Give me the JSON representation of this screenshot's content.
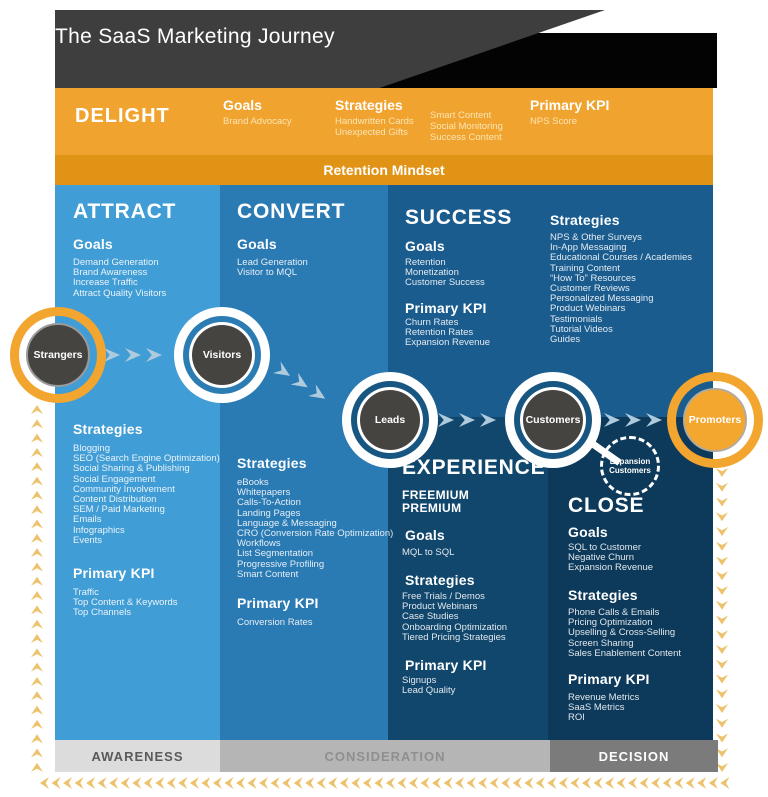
{
  "header": {
    "title": "The SaaS Marketing Journey"
  },
  "delight": {
    "label": "DELIGHT",
    "goals_heading": "Goals",
    "goals": [
      "Brand Advocacy"
    ],
    "strategies_heading": "Strategies",
    "strategies_col1": [
      "Handwritten Cards",
      "Unexpected Gifts"
    ],
    "strategies_col2": [
      "Smart Content",
      "Social Monitoring",
      "Success Content"
    ],
    "kpi_heading": "Primary KPI",
    "kpis": [
      "NPS Score"
    ]
  },
  "retention_banner": "Retention Mindset",
  "attract": {
    "title": "ATTRACT",
    "goals_heading": "Goals",
    "goals": [
      "Demand Generation",
      "Brand Awareness",
      "Increase Traffic",
      "Attract Quality Visitors"
    ],
    "strategies_heading": "Strategies",
    "strategies": [
      "Blogging",
      "SEO (Search Engine Optimization)",
      "Social Sharing & Publishing",
      "Social Engagement",
      "Community Involvement",
      "Content Distribution",
      "SEM / Paid Marketing",
      "Emails",
      "Infographics",
      "Events"
    ],
    "kpi_heading": "Primary KPI",
    "kpis": [
      "Traffic",
      "Top Content & Keywords",
      "Top Channels"
    ]
  },
  "convert": {
    "title": "CONVERT",
    "goals_heading": "Goals",
    "goals": [
      "Lead Generation",
      "Visitor to MQL"
    ],
    "strategies_heading": "Strategies",
    "strategies": [
      "eBooks",
      "Whitepapers",
      "Calls-To-Action",
      "Landing Pages",
      "Language & Messaging",
      "CRO (Conversion Rate Optimization)",
      "Workflows",
      "List Segmentation",
      "Progressive Profiling",
      "Smart Content"
    ],
    "kpi_heading": "Primary KPI",
    "kpis": [
      "Conversion Rates"
    ]
  },
  "success": {
    "title": "SUCCESS",
    "goals_heading": "Goals",
    "goals": [
      "Retention",
      "Monetization",
      "Customer Success"
    ],
    "kpi_heading": "Primary KPI",
    "kpis": [
      "Churn Rates",
      "Retention Rates",
      "Expansion Revenue"
    ],
    "strategies_heading": "Strategies",
    "strategies": [
      "NPS & Other Surveys",
      "In-App Messaging",
      "Educational Courses / Academies",
      "Training Content",
      "“How To” Resources",
      "Customer Reviews",
      "Personalized Messaging",
      "Product Webinars",
      "Testimonials",
      "Tutorial Videos",
      "Guides"
    ]
  },
  "experience": {
    "title": "EXPERIENCE",
    "subtitle1": "FREEMIUM",
    "subtitle2": "PREMIUM",
    "goals_heading": "Goals",
    "goals": [
      "MQL to SQL"
    ],
    "strategies_heading": "Strategies",
    "strategies": [
      "Free Trials / Demos",
      "Product Webinars",
      "Case Studies",
      "Onboarding Optimization",
      "Tiered Pricing Strategies"
    ],
    "kpi_heading": "Primary KPI",
    "kpis": [
      "Signups",
      "Lead Quality"
    ]
  },
  "close": {
    "title": "CLOSE",
    "goals_heading": "Goals",
    "goals": [
      "SQL to Customer",
      "Negative Churn",
      "Expansion Revenue"
    ],
    "strategies_heading": "Strategies",
    "strategies": [
      "Phone Calls & Emails",
      "Pricing Optimization",
      "Upselling & Cross-Selling",
      "Screen Sharing",
      "Sales Enablement Content"
    ],
    "kpi_heading": "Primary KPI",
    "kpis": [
      "Revenue Metrics",
      "SaaS Metrics",
      "ROI"
    ]
  },
  "journey": {
    "stages": [
      "Strangers",
      "Visitors",
      "Leads",
      "Customers",
      "Promoters"
    ],
    "expansion_label": "Expansion Customers"
  },
  "funnel": {
    "awareness": "AWARENESS",
    "consideration": "CONSIDERATION",
    "decision": "DECISION"
  },
  "colors": {
    "header_gray": "#3e3e3e",
    "header_black": "#030303",
    "delight_orange": "#f0a42f",
    "retention_orange": "#e09315",
    "attract_blue": "#419dd5",
    "convert_blue": "#2a7ab4",
    "success_blue": "#1a5c8e",
    "experience_navy": "#11476d",
    "close_navy": "#0d3a5b",
    "stage_circle_dark": "#454441",
    "accent_orange_ring": "#f2a52f",
    "loop_chevron_gold": "#edc26c",
    "flow_arrow_blue": "#aecadd",
    "awareness_gray": "#dcdcdc",
    "consideration_gray": "#b5b5b5",
    "decision_gray": "#7b7b7b"
  }
}
